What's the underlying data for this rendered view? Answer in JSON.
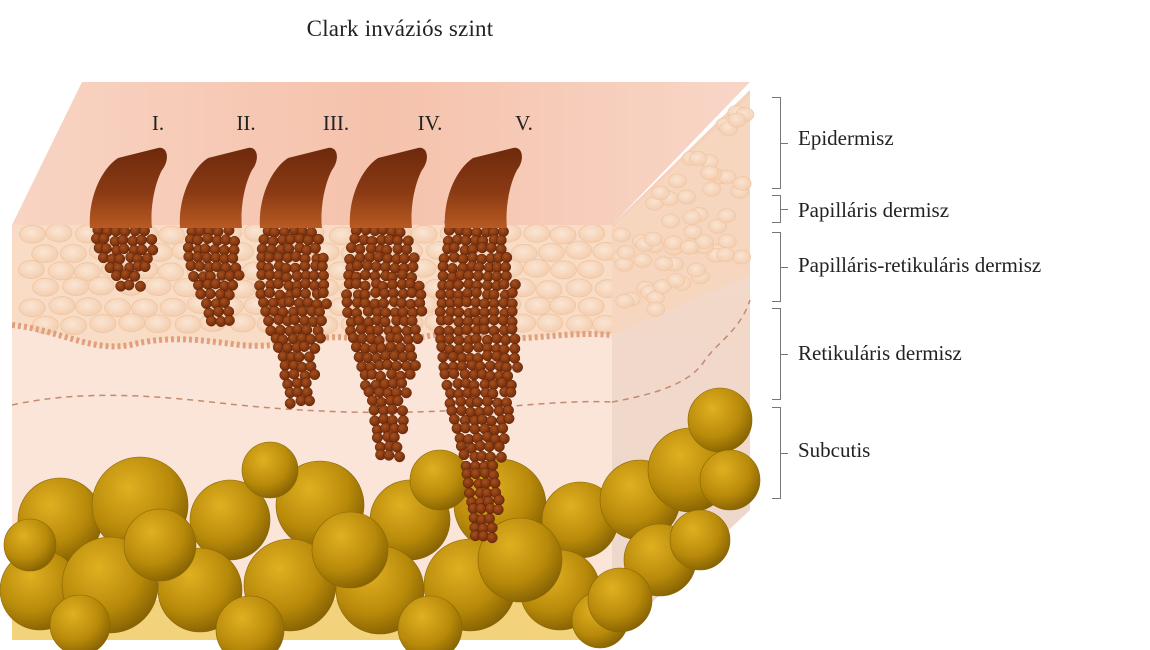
{
  "title": "Clark inváziós szint",
  "levels": [
    "I.",
    "II.",
    "III.",
    "IV.",
    "V."
  ],
  "layers": [
    "Epidermisz",
    "Papilláris dermisz",
    "Papilláris-retikuláris dermisz",
    "Retikuláris dermisz",
    "Subcutis"
  ],
  "colors": {
    "epidermis": "#f6c9b5",
    "dermis": "#fbe3d6",
    "cells": "#f7d2b4",
    "tumor": "#7a3110",
    "tumor_cap": "#b0511d",
    "fat": "#c4930c"
  }
}
